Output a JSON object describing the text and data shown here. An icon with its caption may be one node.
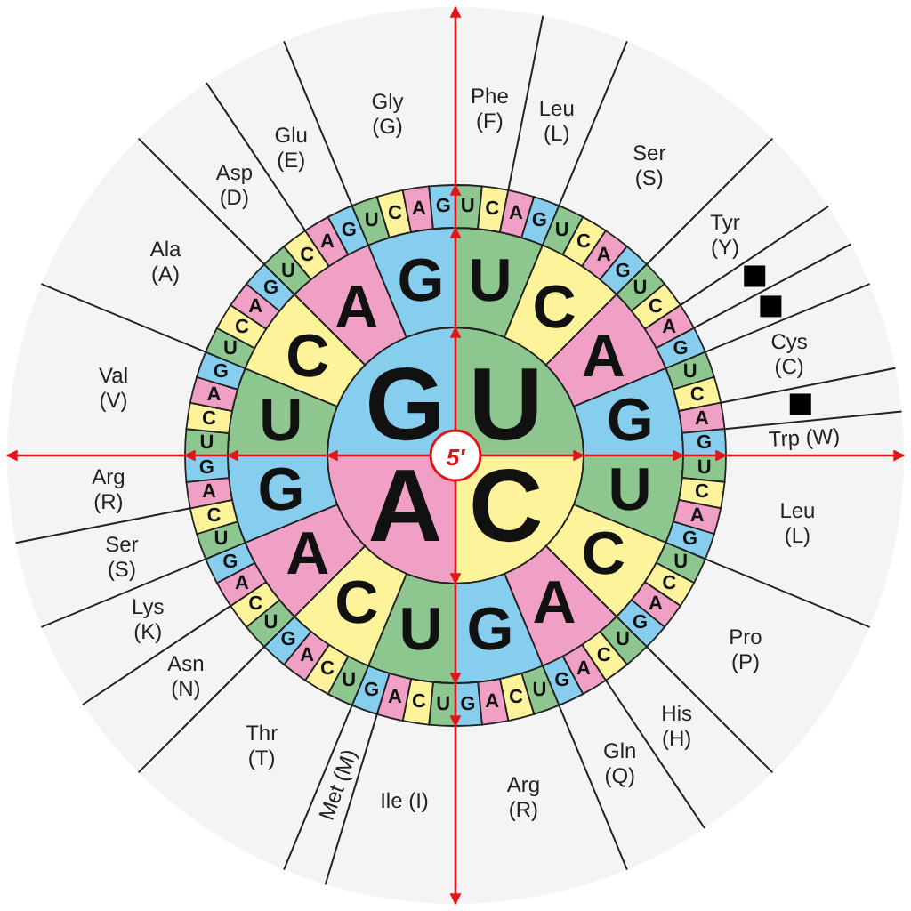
{
  "diagram": {
    "nodes": [
      {
        "text": [
          "5′"
        ]
      },
      {
        "text": [
          "U"
        ]
      },
      {
        "text": [
          "C"
        ]
      },
      {
        "text": [
          "A"
        ]
      },
      {
        "text": [
          "G"
        ]
      },
      {
        "text": [
          "U"
        ]
      },
      {
        "text": [
          "C"
        ]
      },
      {
        "text": [
          "A"
        ]
      },
      {
        "text": [
          "G"
        ]
      },
      {
        "text": [
          "U"
        ]
      },
      {
        "text": [
          "C"
        ]
      },
      {
        "text": [
          "A"
        ]
      },
      {
        "text": [
          "G"
        ]
      },
      {
        "text": [
          "U"
        ]
      },
      {
        "text": [
          "C"
        ]
      },
      {
        "text": [
          "A"
        ]
      },
      {
        "text": [
          "G"
        ]
      },
      {
        "text": [
          "U"
        ]
      },
      {
        "text": [
          "C"
        ]
      },
      {
        "text": [
          "A"
        ]
      },
      {
        "text": [
          "G"
        ]
      },
      {
        "text": [
          "U"
        ]
      },
      {
        "text": [
          "C"
        ]
      },
      {
        "text": [
          "A"
        ]
      },
      {
        "text": [
          "G"
        ]
      },
      {
        "text": [
          "U"
        ]
      },
      {
        "text": [
          "C"
        ]
      },
      {
        "text": [
          "A"
        ]
      },
      {
        "text": [
          "G"
        ]
      },
      {
        "text": [
          "U"
        ]
      },
      {
        "text": [
          "C"
        ]
      },
      {
        "text": [
          "A"
        ]
      },
      {
        "text": [
          "G"
        ]
      },
      {
        "text": [
          "U"
        ]
      },
      {
        "text": [
          "C"
        ]
      },
      {
        "text": [
          "A"
        ]
      },
      {
        "text": [
          "G"
        ]
      },
      {
        "text": [
          "U"
        ]
      },
      {
        "text": [
          "C"
        ]
      },
      {
        "text": [
          "A"
        ]
      },
      {
        "text": [
          "G"
        ]
      },
      {
        "text": [
          "U"
        ]
      },
      {
        "text": [
          "C"
        ]
      },
      {
        "text": [
          "A"
        ]
      },
      {
        "text": [
          "G"
        ]
      },
      {
        "text": [
          "U"
        ]
      },
      {
        "text": [
          "C"
        ]
      },
      {
        "text": [
          "A"
        ]
      },
      {
        "text": [
          "G"
        ]
      },
      {
        "text": [
          "U"
        ]
      },
      {
        "text": [
          "C"
        ]
      },
      {
        "text": [
          "A"
        ]
      },
      {
        "text": [
          "G"
        ]
      },
      {
        "text": [
          "U"
        ]
      },
      {
        "text": [
          "C"
        ]
      },
      {
        "text": [
          "A"
        ]
      },
      {
        "text": [
          "G"
        ]
      },
      {
        "text": [
          "U"
        ]
      },
      {
        "text": [
          "C"
        ]
      },
      {
        "text": [
          "A"
        ]
      },
      {
        "text": [
          "G"
        ]
      },
      {
        "text": [
          "U"
        ]
      },
      {
        "text": [
          "C"
        ]
      },
      {
        "text": [
          "A"
        ]
      },
      {
        "text": [
          "G"
        ]
      },
      {
        "text": [
          "U"
        ]
      },
      {
        "text": [
          "C"
        ]
      },
      {
        "text": [
          "A"
        ]
      },
      {
        "text": [
          "G"
        ]
      },
      {
        "text": [
          "U"
        ]
      },
      {
        "text": [
          "C"
        ]
      },
      {
        "text": [
          "A"
        ]
      },
      {
        "text": [
          "G"
        ]
      },
      {
        "text": [
          "U"
        ]
      },
      {
        "text": [
          "C"
        ]
      },
      {
        "text": [
          "A"
        ]
      },
      {
        "text": [
          "G"
        ]
      },
      {
        "text": [
          "U"
        ]
      },
      {
        "text": [
          "C"
        ]
      },
      {
        "text": [
          "A"
        ]
      },
      {
        "text": [
          "G"
        ]
      },
      {
        "text": [
          "U"
        ]
      },
      {
        "text": [
          "C"
        ]
      },
      {
        "text": [
          "A"
        ]
      },
      {
        "text": [
          "G"
        ]
      }
    ],
    "labels": [
      "Phe (F)",
      "Leu (L)",
      "Ser (S)",
      "Tyr (Y)",
      "Cys (C)",
      "Trp (W)",
      "Leu (L)",
      "Pro (P)",
      "His (H)",
      "Gln (Q)",
      "Arg (R)",
      "Ile (I)",
      "Met (M)",
      "Thr (T)",
      "Asn (N)",
      "Lys (K)",
      "Ser (S)",
      "Arg (R)",
      "Val (V)",
      "Ala (A)",
      "Asp (D)",
      "Glu (E)",
      "Gly (G)"
    ]
  }
}
